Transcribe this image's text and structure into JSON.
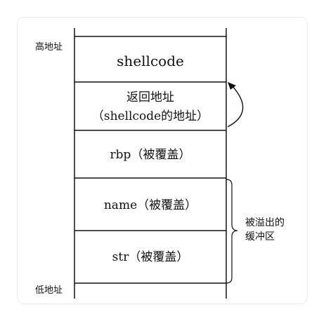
{
  "labels": {
    "high_address": "高地址",
    "low_address": "低地址",
    "overflow_buffer_line1": "被溢出的",
    "overflow_buffer_line2": "缓冲区"
  },
  "stack": {
    "shellcode": "shellcode",
    "return_address_line1": "返回地址",
    "return_address_line2": "（shellcode的地址）",
    "rbp": "rbp（被覆盖）",
    "name": "name（被覆盖）",
    "str": "str（被覆盖）"
  },
  "colors": {
    "stroke": "#111111",
    "card_border": "#ececec"
  }
}
